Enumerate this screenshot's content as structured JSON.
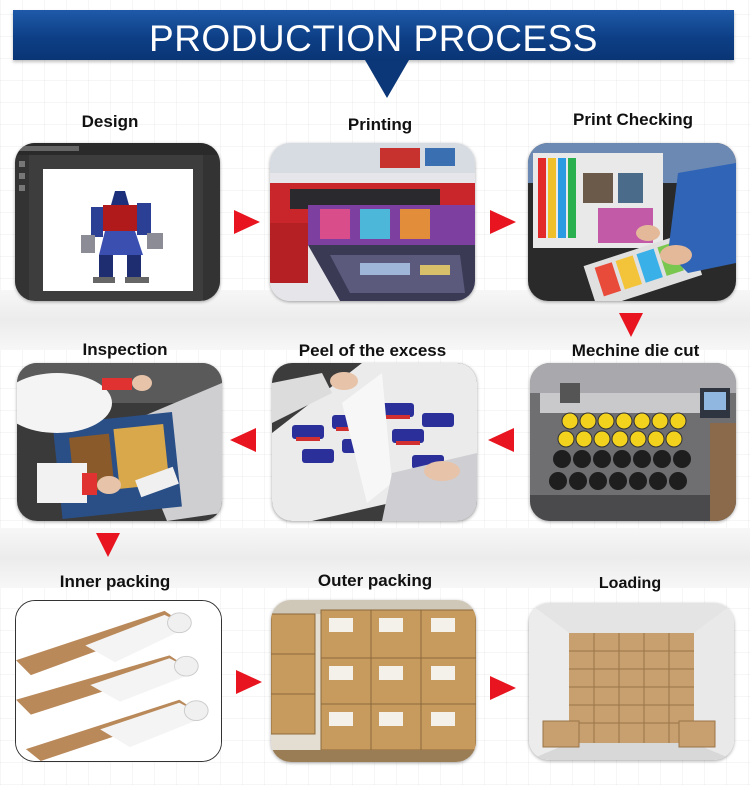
{
  "header": {
    "title": "PRODUCTION PROCESS"
  },
  "steps": [
    {
      "label": "Design"
    },
    {
      "label": "Printing"
    },
    {
      "label": "Print Checking"
    },
    {
      "label": "Mechine die cut"
    },
    {
      "label": "Peel of the excess"
    },
    {
      "label": "Inspection"
    },
    {
      "label": "Inner packing"
    },
    {
      "label": "Outer packing"
    },
    {
      "label": "Loading"
    }
  ],
  "colors": {
    "banner": "#0d3f86",
    "arrow": "#e8141f",
    "text": "#111111"
  }
}
